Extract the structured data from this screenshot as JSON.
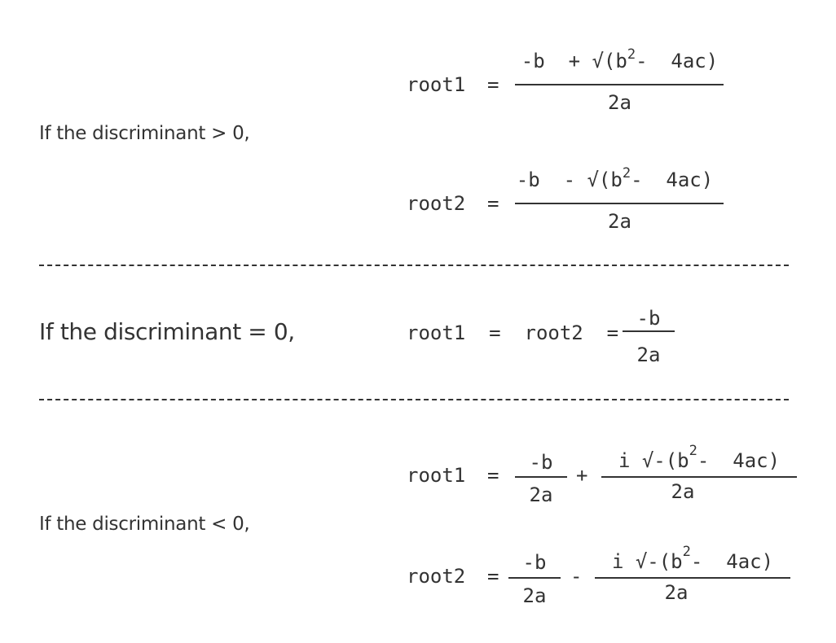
{
  "sections": [
    {
      "condition": "If the discriminant > 0,",
      "formulas": [
        {
          "lhs": "root1",
          "eq": "=",
          "numerator_pre": "-b  + √(b",
          "sup": "2",
          "numerator_post": "-  4ac)",
          "denominator": "2a"
        },
        {
          "lhs": "root2",
          "eq": "=",
          "numerator_pre": "-b  - √(b",
          "sup": "2",
          "numerator_post": "-  4ac)",
          "denominator": "2a"
        }
      ]
    },
    {
      "condition": "If the discriminant = 0,",
      "formulas": [
        {
          "lhs": "root1  =  root2  =",
          "numerator": "-b",
          "denominator": "2a"
        }
      ]
    },
    {
      "condition": "If the discriminant < 0,",
      "formulas": [
        {
          "lhs": "root1",
          "eq": "=",
          "real_numerator": "-b",
          "real_denominator": "2a",
          "op": "+",
          "imag_pre": "i √-(b",
          "sup": "2",
          "imag_post": "-  4ac)",
          "imag_denominator": "2a"
        },
        {
          "lhs": "root2",
          "eq": "=",
          "real_numerator": "-b",
          "real_denominator": "2a",
          "op": "-",
          "imag_pre": "i √-(b",
          "sup": "2",
          "imag_post": "-  4ac)",
          "imag_denominator": "2a"
        }
      ]
    }
  ],
  "colors": {
    "text": "#333333",
    "background": "#ffffff"
  }
}
